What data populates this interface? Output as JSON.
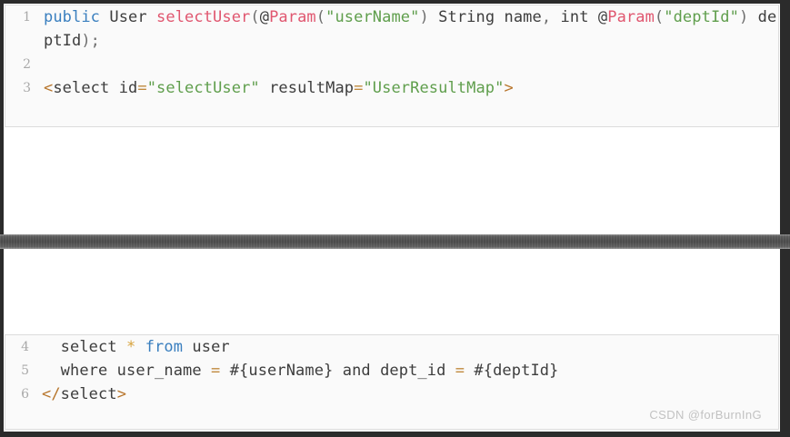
{
  "window": {
    "background": "#ffffff",
    "frame_color": "#2b2b2b"
  },
  "divider": {
    "name": "pane-divider",
    "color": "#4a4a4a"
  },
  "theme": {
    "code_background": "#fafafa",
    "border": "#dcdcdc",
    "gutter_text": "#a9a9a9",
    "plain_text": "#3d3d3d",
    "keyword": "#3a7fbf",
    "function": "#e0566f",
    "annotation": "#e0566f",
    "string": "#5f9e4c",
    "tag_bracket": "#b8762d",
    "operator": "#c08a3e",
    "asterisk": "#d7a23b"
  },
  "panes": [
    {
      "id": "java-mapper-snippet",
      "language": "java",
      "lines": [
        {
          "number": "1",
          "plain": "public User selectUser(@Param(\"userName\") String name, int @Param(\"deptId\") deptId);",
          "tokens": [
            {
              "text": "public",
              "type": "kw"
            },
            {
              "text": " ",
              "type": "plain"
            },
            {
              "text": "User",
              "type": "plain"
            },
            {
              "text": " ",
              "type": "plain"
            },
            {
              "text": "selectUser",
              "type": "fn"
            },
            {
              "text": "(",
              "type": "punct"
            },
            {
              "text": "@",
              "type": "plain"
            },
            {
              "text": "Param",
              "type": "anno"
            },
            {
              "text": "(",
              "type": "punct"
            },
            {
              "text": "\"userName\"",
              "type": "str"
            },
            {
              "text": ")",
              "type": "punct"
            },
            {
              "text": " String name",
              "type": "plain"
            },
            {
              "text": ",",
              "type": "punct"
            },
            {
              "text": " int ",
              "type": "plain"
            },
            {
              "text": "@",
              "type": "plain"
            },
            {
              "text": "Param",
              "type": "anno"
            },
            {
              "text": "(",
              "type": "punct"
            },
            {
              "text": "\"deptId\"",
              "type": "str"
            },
            {
              "text": ")",
              "type": "punct"
            },
            {
              "text": " deptId",
              "type": "plain"
            },
            {
              "text": ");",
              "type": "punct"
            }
          ]
        },
        {
          "number": "2",
          "plain": "",
          "tokens": []
        },
        {
          "number": "3",
          "plain": "<select id=\"selectUser\" resultMap=\"UserResultMap\">",
          "tokens": [
            {
              "text": "<",
              "type": "tag"
            },
            {
              "text": "select",
              "type": "plain"
            },
            {
              "text": " ",
              "type": "plain"
            },
            {
              "text": "id",
              "type": "plain"
            },
            {
              "text": "=",
              "type": "op"
            },
            {
              "text": "\"selectUser\"",
              "type": "str"
            },
            {
              "text": " ",
              "type": "plain"
            },
            {
              "text": "resultMap",
              "type": "plain"
            },
            {
              "text": "=",
              "type": "op"
            },
            {
              "text": "\"UserResultMap\"",
              "type": "str"
            },
            {
              "text": ">",
              "type": "tag"
            }
          ]
        }
      ]
    },
    {
      "id": "xml-mapper-snippet",
      "language": "xml-sql",
      "lines": [
        {
          "number": "4",
          "plain": "  select * from user",
          "tokens": [
            {
              "text": "  select ",
              "type": "plain"
            },
            {
              "text": "*",
              "type": "star"
            },
            {
              "text": " ",
              "type": "plain"
            },
            {
              "text": "from",
              "type": "kw"
            },
            {
              "text": " user",
              "type": "plain"
            }
          ]
        },
        {
          "number": "5",
          "plain": "  where user_name = #{userName} and dept_id = #{deptId}",
          "tokens": [
            {
              "text": "  where user_name ",
              "type": "plain"
            },
            {
              "text": "=",
              "type": "op"
            },
            {
              "text": " #{userName} and dept_id ",
              "type": "plain"
            },
            {
              "text": "=",
              "type": "op"
            },
            {
              "text": " #{deptId}",
              "type": "plain"
            }
          ]
        },
        {
          "number": "6",
          "plain": "</select>",
          "tokens": [
            {
              "text": "</",
              "type": "tag"
            },
            {
              "text": "select",
              "type": "plain"
            },
            {
              "text": ">",
              "type": "tag"
            }
          ]
        }
      ]
    }
  ],
  "watermark": {
    "text": "CSDN @forBurnInG"
  }
}
